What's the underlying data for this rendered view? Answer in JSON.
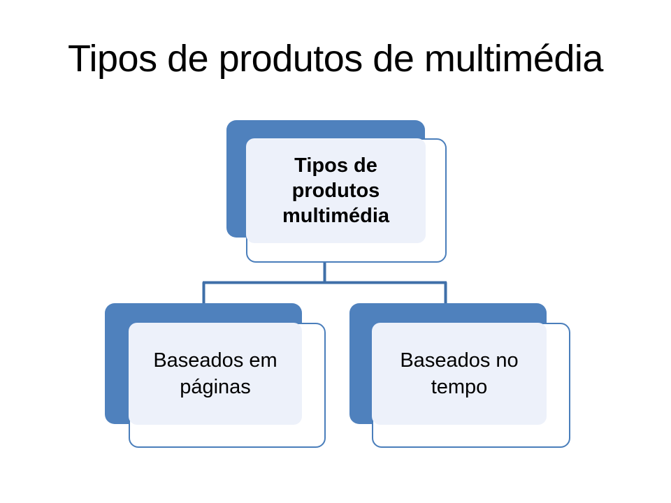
{
  "slide": {
    "title": "Tipos de produtos de multimédia",
    "background_color": "#FFFFFF"
  },
  "theme": {
    "accent_blue": "#4F81BD",
    "outline_blue": "#4A7EBB",
    "panel_tint": "#EDF1FA",
    "card_fill": "#FFFFFF",
    "text_color": "#000000",
    "connector_color": "#3F6FA8"
  },
  "diagram": {
    "type": "hierarchy",
    "root": {
      "id": "root",
      "label": "Tipos de produtos multimédia",
      "bold": true
    },
    "children": [
      {
        "id": "pages",
        "label": "Baseados em páginas",
        "bold": false
      },
      {
        "id": "time",
        "label": "Baseados no tempo",
        "bold": false
      }
    ]
  }
}
